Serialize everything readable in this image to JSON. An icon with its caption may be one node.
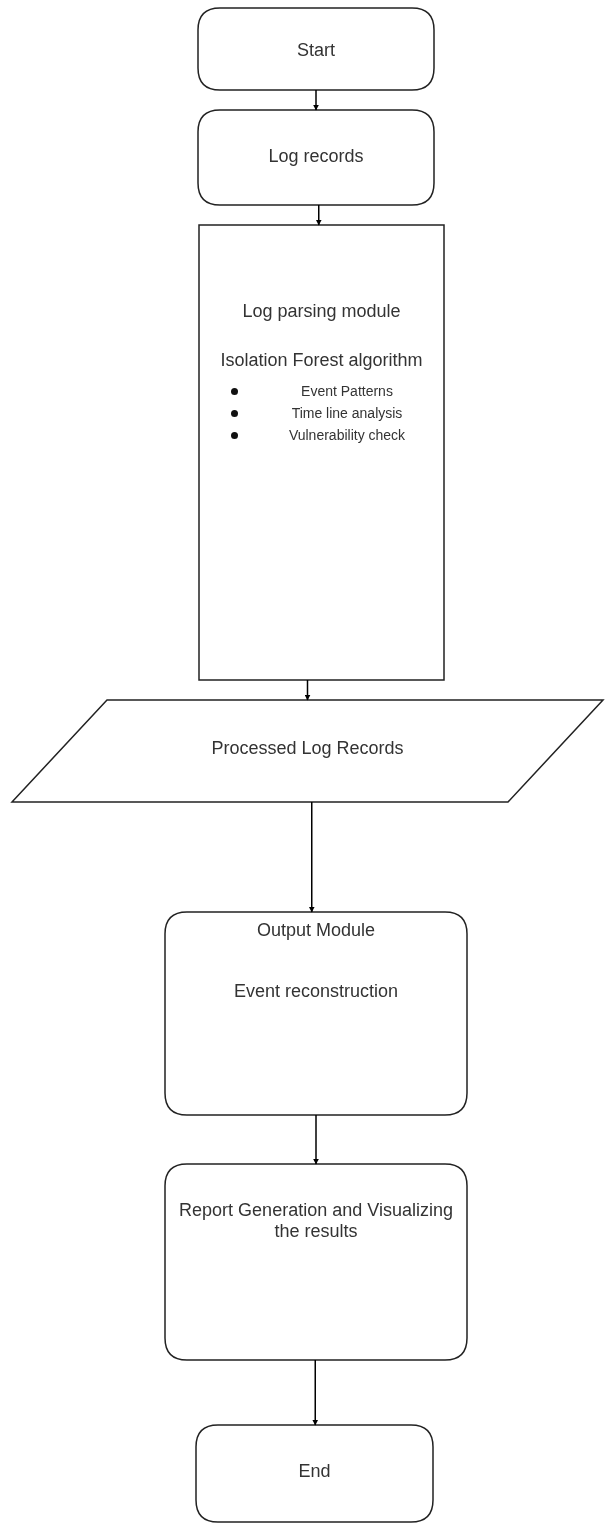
{
  "diagram": {
    "nodes": [
      {
        "text": [
          "Start"
        ]
      },
      {
        "text": [
          "Log records"
        ]
      },
      {
        "text": [
          "Log parsing module",
          "Isolation Forest algorithm",
          "Event Patterns",
          "Time line analysis",
          "Vulnerability check"
        ]
      },
      {
        "text": [
          "Processed Log Records"
        ]
      },
      {
        "text": [
          "Output Module",
          "Event reconstruction"
        ]
      },
      {
        "text": [
          "Report Generation and Visualizing the results"
        ]
      },
      {
        "text": [
          "End"
        ]
      }
    ],
    "edges": [
      {
        "from": 0,
        "to": 1,
        "arrow": "to"
      },
      {
        "from": 1,
        "to": 2,
        "arrow": "to"
      },
      {
        "from": 2,
        "to": 3,
        "arrow": "to"
      },
      {
        "from": 3,
        "to": 4,
        "arrow": "to"
      },
      {
        "from": 4,
        "to": 5,
        "arrow": "to"
      },
      {
        "from": 5,
        "to": 6,
        "arrow": "to"
      }
    ]
  }
}
